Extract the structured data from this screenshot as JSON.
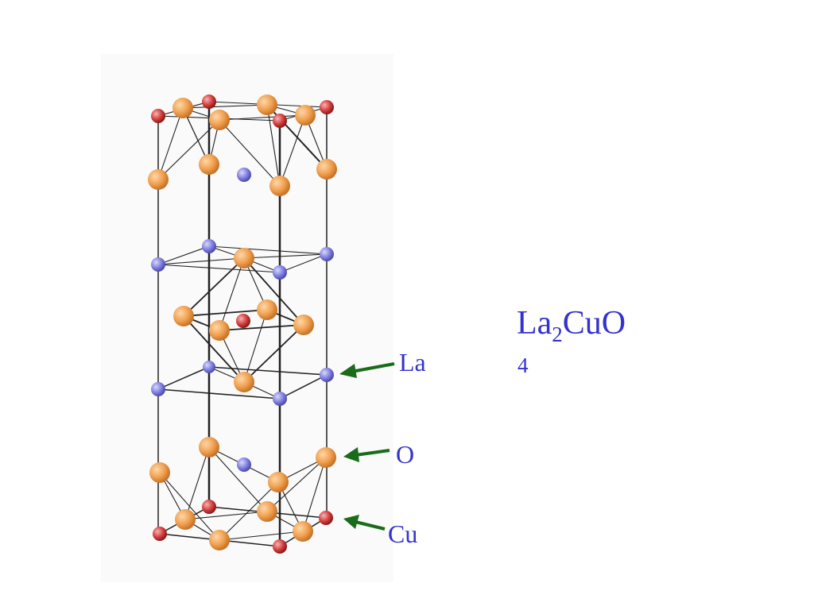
{
  "legend": {
    "la_label": "La",
    "o_label": "O",
    "cu_label": "Cu"
  },
  "formula": {
    "part1": "La",
    "sub1": "2",
    "part2": "CuO",
    "wrapped_sub": "4"
  },
  "colors": {
    "la_atom": "#f0a050",
    "o_atom": "#8080e0",
    "cu_atom": "#d04040",
    "arrow": "#1a6b1a",
    "label_text": "#3333cc",
    "bond": "#222222"
  }
}
